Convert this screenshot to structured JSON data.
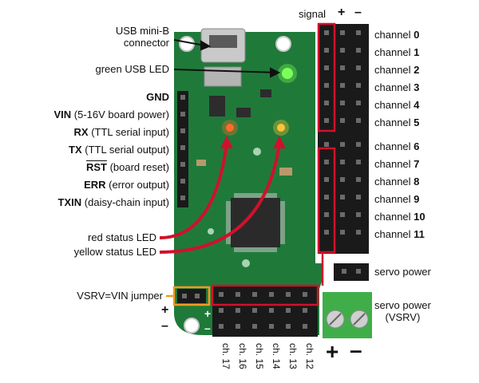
{
  "top_labels": {
    "signal": "signal",
    "plus": "+",
    "minus": "–"
  },
  "channels_right": [
    {
      "prefix": "channel ",
      "num": "0"
    },
    {
      "prefix": "channel ",
      "num": "1"
    },
    {
      "prefix": "channel ",
      "num": "2"
    },
    {
      "prefix": "channel ",
      "num": "3"
    },
    {
      "prefix": "channel ",
      "num": "4"
    },
    {
      "prefix": "channel ",
      "num": "5"
    },
    {
      "prefix": "channel ",
      "num": "6"
    },
    {
      "prefix": "channel ",
      "num": "7"
    },
    {
      "prefix": "channel ",
      "num": "8"
    },
    {
      "prefix": "channel ",
      "num": "9"
    },
    {
      "prefix": "channel ",
      "num": "10"
    },
    {
      "prefix": "channel ",
      "num": "11"
    }
  ],
  "servo_power": "servo power",
  "servo_power_vsrv_line1": "servo power",
  "servo_power_vsrv_line2": "(VSRV)",
  "usb_connector": {
    "line1": "USB mini-B",
    "line2": "connector"
  },
  "green_led": "green USB LED",
  "left_pins": [
    {
      "bold": "GND",
      "rest": ""
    },
    {
      "bold": "VIN",
      "rest": " (5-16V board power)"
    },
    {
      "bold": "RX",
      "rest": " (TTL serial input)"
    },
    {
      "bold": "TX",
      "rest": " (TTL serial output)"
    },
    {
      "bold": "RST",
      "rest": " (board reset)"
    },
    {
      "bold": "ERR",
      "rest": " (error output)"
    },
    {
      "bold": "TXIN",
      "rest": " (daisy-chain input)"
    }
  ],
  "red_led": "red status LED",
  "yellow_led": "yellow status LED",
  "jumper": "VSRV=VIN jumper",
  "left_plus": "+",
  "left_minus": "–",
  "bottom_channels": [
    "ch. 17",
    "ch. 16",
    "ch. 15",
    "ch. 14",
    "ch. 13",
    "ch. 12"
  ],
  "bottom_plus": "+",
  "bottom_minus": "–",
  "colors": {
    "board": "#1f7a3a",
    "board_dark": "#165c2b",
    "header": "#1a1a1a",
    "red": "#d0112b",
    "orange": "#f39a1e",
    "terminal": "#3fae49"
  }
}
